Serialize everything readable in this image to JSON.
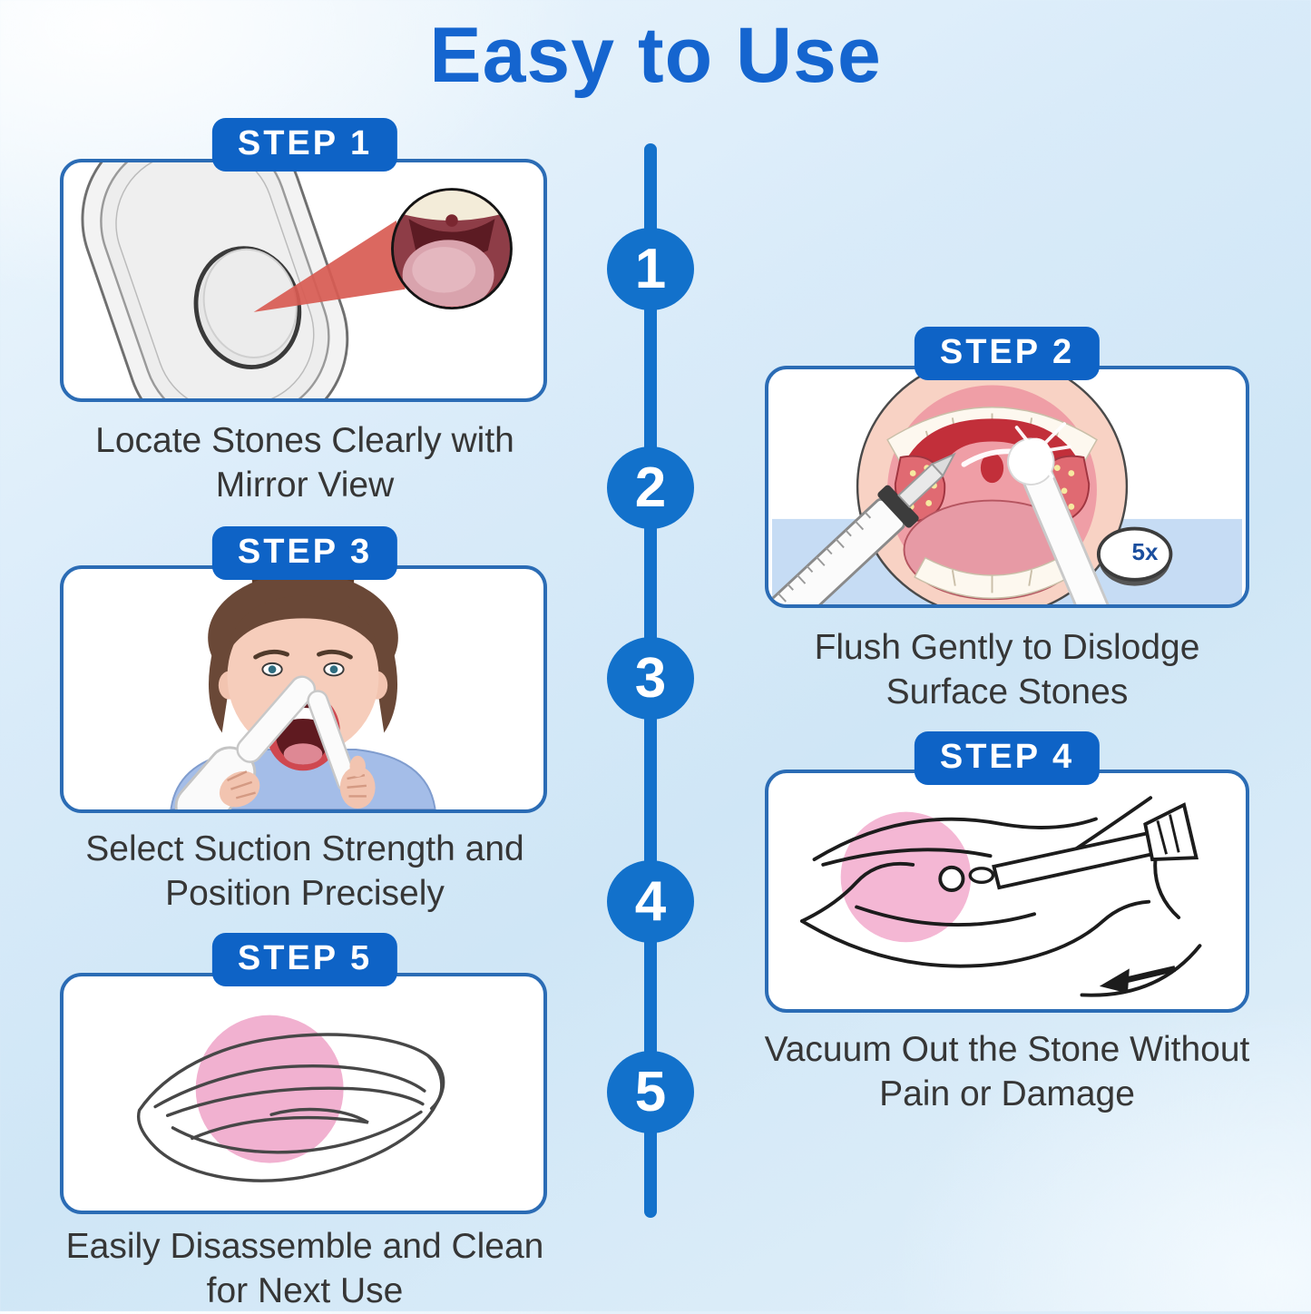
{
  "title": "Easy to Use",
  "colors": {
    "title_blue": "#1565cf",
    "badge_blue": "#0e63c6",
    "timeline_blue": "#1271cb",
    "panel_border_blue": "#2b6cb5",
    "water_band_blue": "#c6dcf4",
    "caption_text": "#363636",
    "highlight_pink": "#f0a8cb",
    "beam_red": "#d85b52"
  },
  "timeline": {
    "numbers": [
      "1",
      "2",
      "3",
      "4",
      "5"
    ]
  },
  "steps": [
    {
      "badge": "STEP 1",
      "caption_line1": "Locate Stones Clearly with",
      "caption_line2": "Mirror View"
    },
    {
      "badge": "STEP 2",
      "caption_line1": "Flush Gently to Dislodge",
      "caption_line2": "Surface Stones",
      "mirror_label": "5x"
    },
    {
      "badge": "STEP 3",
      "caption_line1": "Select Suction Strength and",
      "caption_line2": "Position Precisely"
    },
    {
      "badge": "STEP 4",
      "caption_line1": "Vacuum Out the Stone Without",
      "caption_line2": "Pain or Damage"
    },
    {
      "badge": "STEP 5",
      "caption_line1": "Easily Disassemble and Clean",
      "caption_line2": "for Next Use"
    }
  ]
}
